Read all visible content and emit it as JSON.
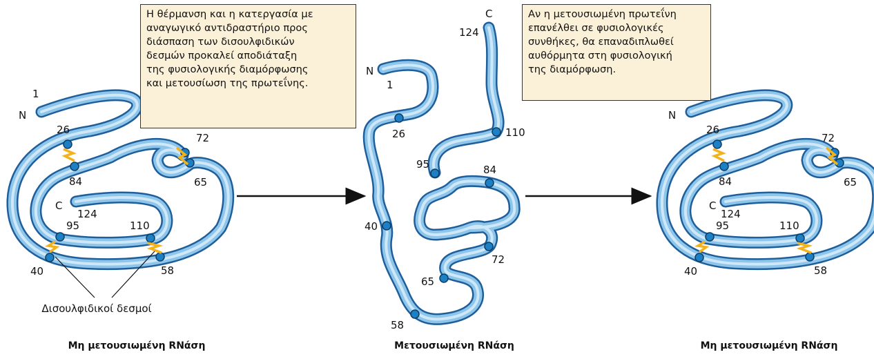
{
  "boxes": {
    "denature_text": "Η θέρμανση και η κατεργασία με\nαναγωγικό αντιδραστήριο προς\nδιάσπαση των δισουλφιδικών\nδεσμών προκαλεί αποδιάταξη\nτης φυσιολογικής διαμόρφωσης\nκαι μετουσίωση της πρωτεΐνης.",
    "renature_text": "Αν η μετουσιωμένη πρωτεΐνη\nεπανέλθει σε φυσιολογικές\nσυνθήκες, θα επαναδιπλωθεί\nαυθόρμητα στη φυσιολογική\nτης διαμόρφωση."
  },
  "labels": {
    "n_terminus": "N",
    "c_terminus": "C",
    "res_1": "1",
    "res_26": "26",
    "res_40": "40",
    "res_58": "58",
    "res_65": "65",
    "res_72": "72",
    "res_84": "84",
    "res_95": "95",
    "res_110": "110",
    "res_124": "124",
    "disulfide_label": "Δισουλφιδικοί δεσμοί"
  },
  "captions": {
    "left": "Μη μετουσιωμένη RNάση",
    "middle": "Μετουσιωμένη RNάση",
    "right": "Μη μετουσιωμένη RNάση"
  },
  "colors": {
    "tube_outer": "#1e5e9a",
    "tube_inner": "#8ec5ea",
    "tube_highlight": "#cfe8f8",
    "cysteine": "#1d7fc4",
    "bond": "#f3b21b",
    "arrow": "#111111",
    "box_fill": "#fbf0d8"
  }
}
